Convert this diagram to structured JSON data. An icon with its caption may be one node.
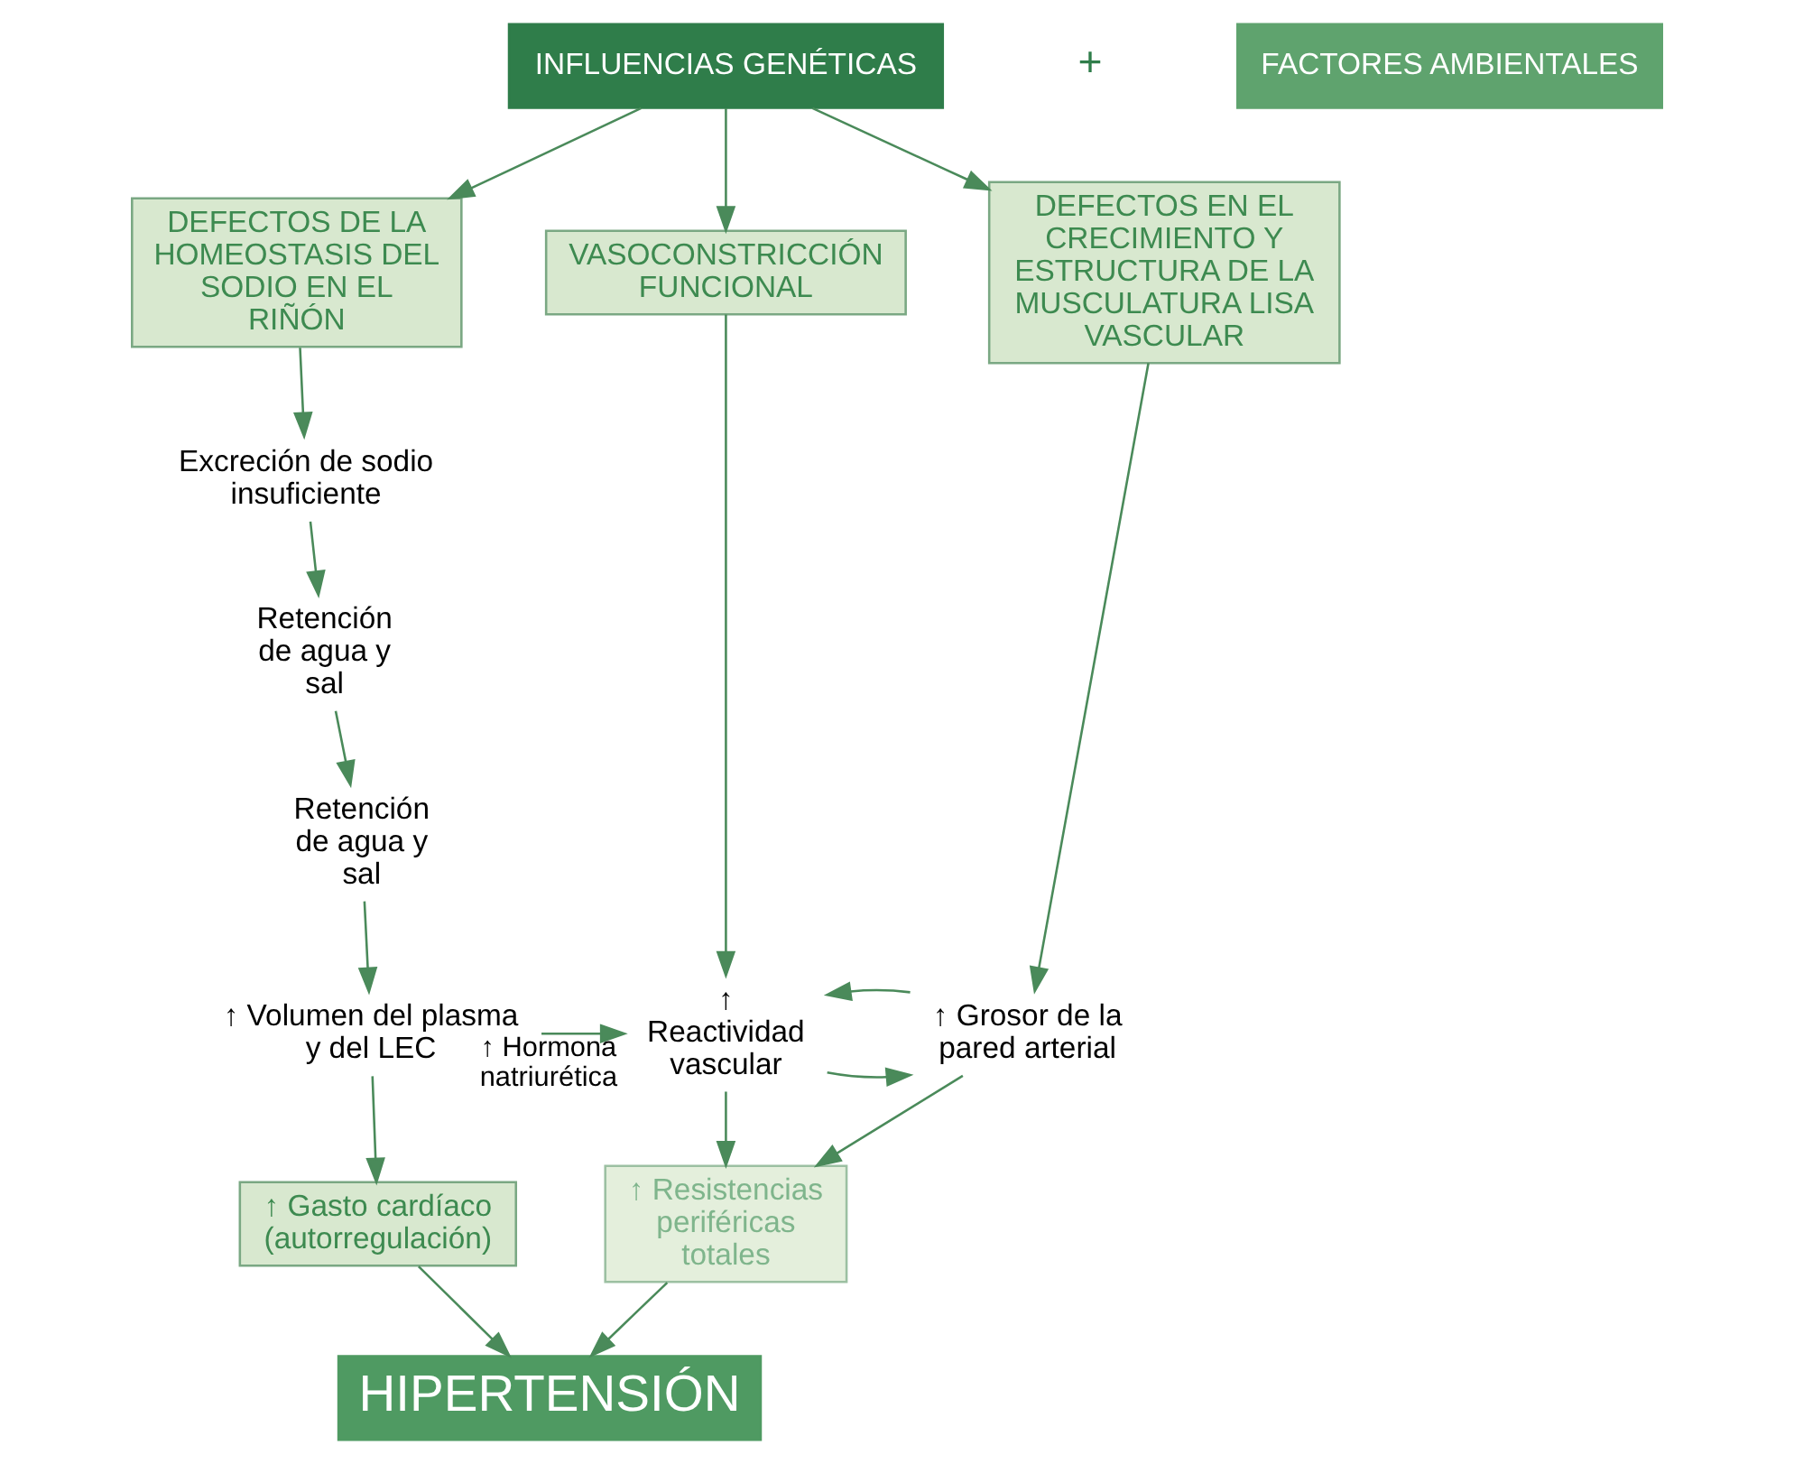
{
  "diagram": {
    "nodes": [
      {
        "text": [
          "INFLUENCIAS GENÉTICAS"
        ]
      },
      {
        "text": [
          "FACTORES AMBIENTALES"
        ]
      },
      {
        "text": [
          "DEFECTOS DE LA HOMEOSTASIS DEL SODIO EN EL RIÑÓN"
        ]
      },
      {
        "text": [
          "VASOCONSTRICCIÓN FUNCIONAL"
        ]
      },
      {
        "text": [
          "DEFECTOS EN EL CRECIMIENTO Y ESTRUCTURA DE LA MUSCULATURA LISA VASCULAR"
        ]
      },
      {
        "text": [
          "Excreción de sodio insuficiente"
        ]
      },
      {
        "text": [
          "Retención de agua y sal"
        ]
      },
      {
        "text": [
          "Retención de agua y sal"
        ]
      },
      {
        "text": [
          "↑ Volumen del plasma y del LEC"
        ]
      },
      {
        "text": [
          "↑ Reactividad vascular"
        ]
      },
      {
        "text": [
          "↑ Grosor de la pared arterial"
        ]
      },
      {
        "text": [
          "↑ Gasto cardíaco (autorregulación)"
        ]
      },
      {
        "text": [
          "↑ Resistencias periféricas totales"
        ]
      },
      {
        "text": [
          "HIPERTENSIÓN"
        ]
      }
    ],
    "edges": [
      {
        "from": 0,
        "to": 2,
        "arrow": "to"
      },
      {
        "from": 0,
        "to": 3,
        "arrow": "to"
      },
      {
        "from": 0,
        "to": 4,
        "arrow": "to"
      },
      {
        "from": 2,
        "to": 5,
        "arrow": "to"
      },
      {
        "from": 5,
        "to": 6,
        "arrow": "to"
      },
      {
        "from": 6,
        "to": 7,
        "arrow": "to"
      },
      {
        "from": 7,
        "to": 8,
        "arrow": "to"
      },
      {
        "from": 8,
        "to": 9,
        "arrow": "to",
        "label": "↑ Hormona natriurética"
      },
      {
        "from": 3,
        "to": 9,
        "arrow": "to"
      },
      {
        "from": 4,
        "to": 10,
        "arrow": "to"
      },
      {
        "from": 9,
        "to": 10,
        "arrow": "to"
      },
      {
        "from": 10,
        "to": 9,
        "arrow": "to"
      },
      {
        "from": 8,
        "to": 11,
        "arrow": "to"
      },
      {
        "from": 9,
        "to": 12,
        "arrow": "to"
      },
      {
        "from": 10,
        "to": 12,
        "arrow": "to"
      },
      {
        "from": 11,
        "to": 13,
        "arrow": "to"
      },
      {
        "from": 12,
        "to": 13,
        "arrow": "to"
      }
    ],
    "labels": [
      "+"
    ]
  }
}
